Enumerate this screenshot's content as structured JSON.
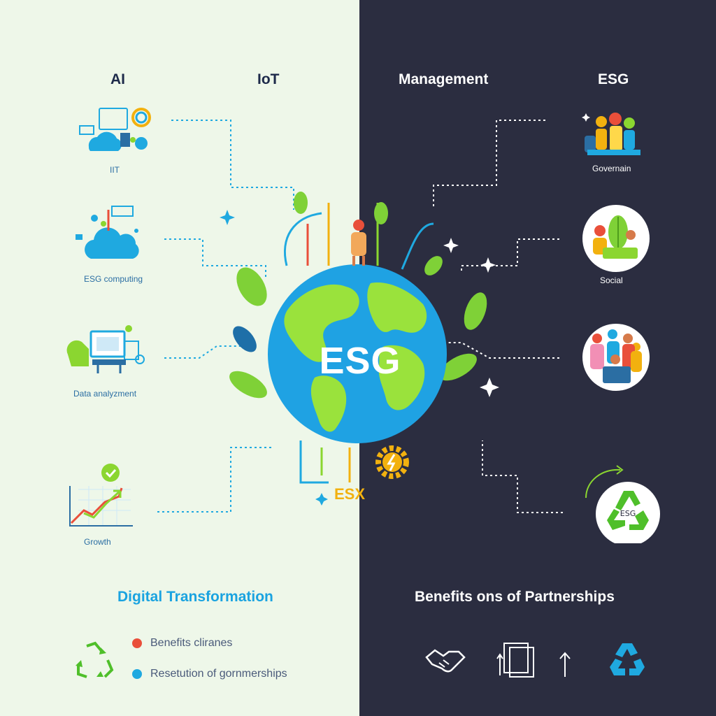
{
  "headers": {
    "ai": "AI",
    "iot": "IoT",
    "management": "Management",
    "esg": "ESG"
  },
  "left_items": [
    {
      "label": "IIT",
      "icon": "devices-icon"
    },
    {
      "label": "ESG computing",
      "icon": "cloud-icon"
    },
    {
      "label": "Data analyzment",
      "icon": "monitor-icon"
    },
    {
      "label": "Growth",
      "icon": "growth-chart-icon"
    }
  ],
  "right_items": [
    {
      "label": "Governain",
      "icon": "team-icon"
    },
    {
      "label": "Social",
      "icon": "social-icon"
    },
    {
      "label": "",
      "icon": "people-group-icon"
    },
    {
      "label": "",
      "icon": "recycle-icon",
      "badge": "ESG"
    }
  ],
  "center": {
    "globe_label": "ESG",
    "gear_label": "ESX"
  },
  "bottom": {
    "left_title": "Digital Transformation",
    "right_title": "Benefits ons of Partnerships",
    "legend": [
      {
        "label": "Benefits cliranes",
        "color": "#e94f3a"
      },
      {
        "label": "Resetution of gornmerships",
        "color": "#1fa9e0"
      }
    ],
    "right_icons": [
      "handshake-icon",
      "documents-icon",
      "arrow-up-icon",
      "recycle-icon"
    ]
  },
  "colors": {
    "left_bg": "#eef7e9",
    "right_bg": "#2b2d40",
    "accent_blue": "#1fa9e0",
    "accent_green": "#8bd630",
    "accent_orange": "#f2b10f",
    "title_blue": "#1aa3e0"
  }
}
